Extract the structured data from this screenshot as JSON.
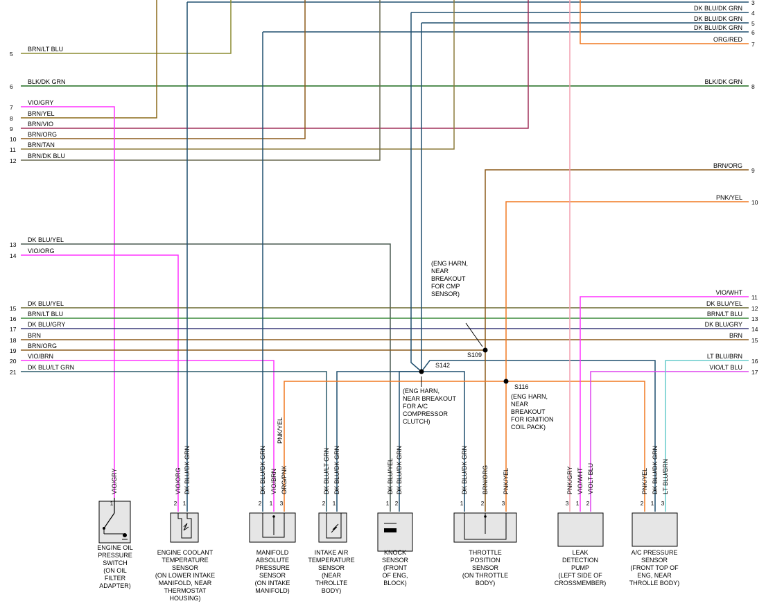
{
  "left_pins": [
    {
      "pin": "5",
      "label": "BRN/LT BLU"
    },
    {
      "pin": "6",
      "label": "BLK/DK GRN"
    },
    {
      "pin": "7",
      "label": "VIO/GRY"
    },
    {
      "pin": "8",
      "label": "BRN/YEL"
    },
    {
      "pin": "9",
      "label": "BRN/VIO"
    },
    {
      "pin": "10",
      "label": "BRN/ORG"
    },
    {
      "pin": "11",
      "label": "BRN/TAN"
    },
    {
      "pin": "12",
      "label": "BRN/DK BLU"
    },
    {
      "pin": "13",
      "label": "DK BLU/YEL"
    },
    {
      "pin": "14",
      "label": "VIO/ORG"
    },
    {
      "pin": "15",
      "label": "DK BLU/YEL"
    },
    {
      "pin": "16",
      "label": "BRN/LT BLU"
    },
    {
      "pin": "17",
      "label": "DK BLU/GRY"
    },
    {
      "pin": "18",
      "label": "BRN"
    },
    {
      "pin": "19",
      "label": "BRN/ORG"
    },
    {
      "pin": "20",
      "label": "VIO/BRN"
    },
    {
      "pin": "21",
      "label": "DK BLU/LT GRN"
    }
  ],
  "right_pins": [
    {
      "pin": "3",
      "label": ""
    },
    {
      "pin": "4",
      "label": "DK BLU/DK GRN"
    },
    {
      "pin": "5",
      "label": "DK BLU/DK GRN"
    },
    {
      "pin": "6",
      "label": "DK BLU/DK GRN"
    },
    {
      "pin": "7",
      "label": "ORG/RED"
    },
    {
      "pin": "8",
      "label": "BLK/DK GRN"
    },
    {
      "pin": "9",
      "label": "BRN/ORG"
    },
    {
      "pin": "10",
      "label": "PNK/YEL"
    },
    {
      "pin": "11",
      "label": "VIO/WHT"
    },
    {
      "pin": "12",
      "label": "DK BLU/YEL"
    },
    {
      "pin": "13",
      "label": "BRN/LT BLU"
    },
    {
      "pin": "14",
      "label": "DK BLU/GRY"
    },
    {
      "pin": "15",
      "label": "BRN"
    },
    {
      "pin": "16",
      "label": "LT BLU/BRN"
    },
    {
      "pin": "17",
      "label": "VIO/LT BLU"
    }
  ],
  "splices": [
    {
      "id": "S109",
      "note": [
        "(ENG HARN,",
        "NEAR",
        "BREAKOUT",
        "FOR CMP",
        "SENSOR)"
      ]
    },
    {
      "id": "S142",
      "note": [
        "(ENG HARN,",
        "NEAR BREAKOUT",
        "FOR A/C",
        "COMPRESSOR",
        "CLUTCH)"
      ]
    },
    {
      "id": "S116",
      "note": [
        "(ENG HARN,",
        "NEAR",
        "BREAKOUT",
        "FOR IGNITION",
        "COIL PACK)"
      ]
    }
  ],
  "components": [
    {
      "name": [
        "ENGINE OIL",
        "PRESSURE",
        "SWITCH",
        "(ON OIL",
        "FILTER",
        "ADAPTER)"
      ],
      "wires": [
        {
          "label": "VIO/GRY",
          "pin": "1"
        }
      ]
    },
    {
      "name": [
        "ENGINE COOLANT",
        "TEMPERATURE",
        "SENSOR",
        "(ON LOWER INTAKE",
        "MANIFOLD, NEAR",
        "THERMOSTAT",
        "HOUSING)"
      ],
      "wires": [
        {
          "label": "VIO/ORG",
          "pin": "2"
        },
        {
          "label": "DK BLU/DK GRN",
          "pin": "1"
        }
      ]
    },
    {
      "name": [
        "MANIFOLD",
        "ABSOLUTE",
        "PRESSURE",
        "SENSOR",
        "(ON INTAKE",
        "MANIFOLD)"
      ],
      "wires": [
        {
          "label": "DK BLU/DK GRN",
          "pin": "2"
        },
        {
          "label": "VIO/BRN",
          "pin": "1"
        },
        {
          "label": "ORG/PNK",
          "pin": "3"
        }
      ],
      "extra_label": "PNK/YEL"
    },
    {
      "name": [
        "INTAKE AIR",
        "TEMPERATURE",
        "SENSOR",
        "(NEAR",
        "THROLLTE",
        "BODY)"
      ],
      "wires": [
        {
          "label": "DK BLU/LT GRN",
          "pin": "2"
        },
        {
          "label": "DK BLU/DK GRN",
          "pin": "1"
        }
      ]
    },
    {
      "name": [
        "KNOCK",
        "SENSOR",
        "(FRONT",
        "OF ENG,",
        "BLOCK)"
      ],
      "wires": [
        {
          "label": "DK BLU/YEL",
          "pin": "1"
        },
        {
          "label": "DK BLU/DK GRN",
          "pin": "2"
        }
      ]
    },
    {
      "name": [
        "THROTTLE",
        "POSITION",
        "SENSOR",
        "(ON THROTTLE",
        "BODY)"
      ],
      "wires": [
        {
          "label": "DK BLU/DK GRN",
          "pin": "1"
        },
        {
          "label": "BRN/ORG",
          "pin": "2"
        },
        {
          "label": "PNK/YEL",
          "pin": "3"
        }
      ]
    },
    {
      "name": [
        "LEAK",
        "DETECTION",
        "PUMP",
        "(LEFT SIDE OF",
        "CROSSMEMBER)"
      ],
      "wires": [
        {
          "label": "PNK/GRY",
          "pin": "3"
        },
        {
          "label": "VIO/WHT",
          "pin": "1"
        },
        {
          "label": "VIOLT BLU",
          "pin": "2"
        }
      ]
    },
    {
      "name": [
        "A/C PRESSURE",
        "SENSOR",
        "(FRONT TOP OF",
        "ENG, NEAR",
        "THROLLE BODY)"
      ],
      "wires": [
        {
          "label": "PNK/YEL",
          "pin": "2"
        },
        {
          "label": "DK BLU/DK GRN",
          "pin": "1"
        },
        {
          "label": "LT BLU/BRN",
          "pin": "3"
        }
      ]
    }
  ],
  "colors": {
    "dk_blu_dk_grn": "#1f4e6e",
    "brn": "#8b5a1a",
    "vio": "#ff33ff",
    "pnk": "#f4a07a",
    "org": "#f07820",
    "grn": "#1e6b1e",
    "dk_blu_yel": "#4a5a50",
    "lt_blu": "#66cccc",
    "olive": "#8c8c30"
  }
}
